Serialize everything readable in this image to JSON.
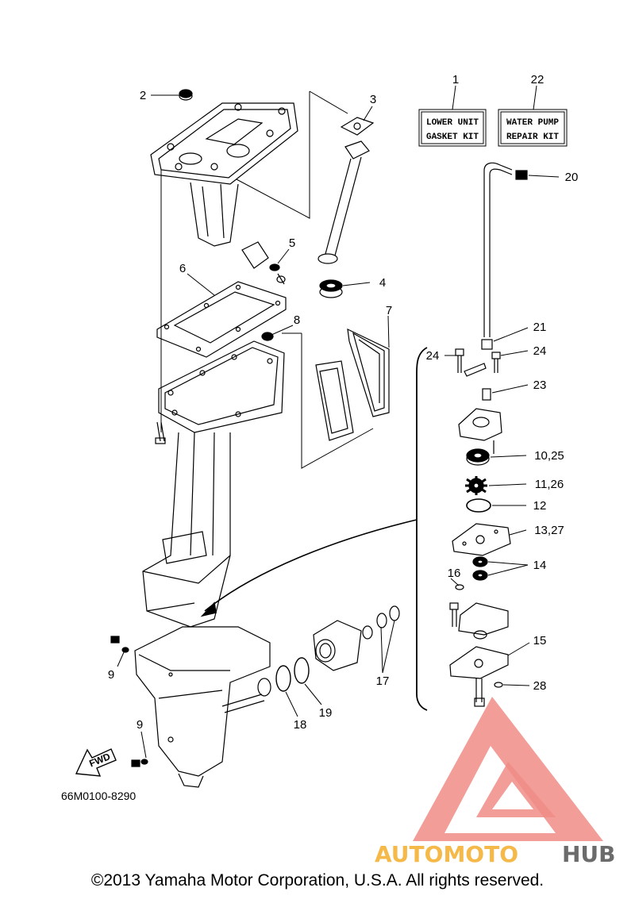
{
  "diagram": {
    "part_code": "66M0100-8290",
    "fwd_label": "FWD",
    "kits": [
      {
        "number": "1",
        "line1": "LOWER UNIT",
        "line2": "GASKET KIT"
      },
      {
        "number": "22",
        "line1": "WATER PUMP",
        "line2": "REPAIR KIT"
      }
    ],
    "callouts": [
      "1",
      "22",
      "2",
      "3",
      "20",
      "5",
      "4",
      "6",
      "7",
      "8",
      "21",
      "24",
      "24",
      "23",
      "10,25",
      "11,26",
      "12",
      "13,27",
      "14",
      "16",
      "15",
      "28",
      "9",
      "9",
      "17",
      "18",
      "19"
    ]
  },
  "watermark": {
    "brand_part1": "AUTOMOTO",
    "brand_part2": "HUB",
    "colors": {
      "logo": "#f08c86",
      "orange": "#f5b94a",
      "gray": "#6b6b6b"
    }
  },
  "copyright": "©2013 Yamaha Motor Corporation, U.S.A. All rights reserved."
}
